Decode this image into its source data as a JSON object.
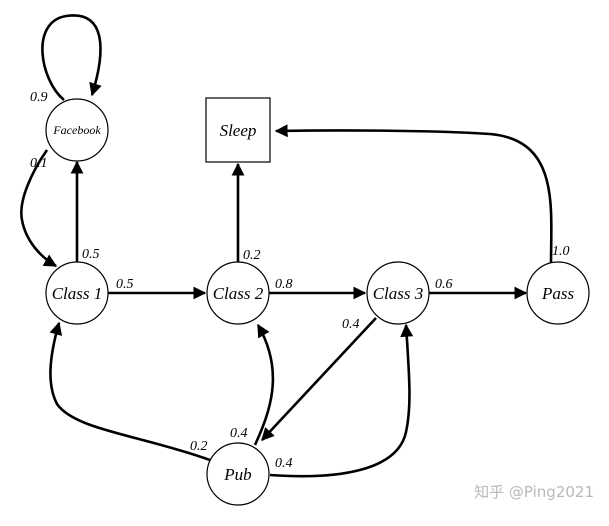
{
  "states": {
    "facebook": "Facebook",
    "sleep": "Sleep",
    "class1": "Class 1",
    "class2": "Class 2",
    "class3": "Class 3",
    "pass": "Pass",
    "pub": "Pub"
  },
  "transitions": {
    "facebook_self": "0.9",
    "facebook_to_class1": "0.1",
    "class1_to_facebook": "0.5",
    "class1_to_class2": "0.5",
    "class2_to_sleep": "0.2",
    "class2_to_class3": "0.8",
    "class3_to_pass": "0.6",
    "class3_to_pub": "0.4",
    "pass_to_sleep": "1.0",
    "pub_to_class1": "0.2",
    "pub_to_class2": "0.4",
    "pub_to_class3": "0.4"
  },
  "watermark": "知乎 @Ping2021",
  "colors": {
    "stroke": "#000000",
    "background": "#ffffff",
    "watermark": "#b9b9b9"
  }
}
